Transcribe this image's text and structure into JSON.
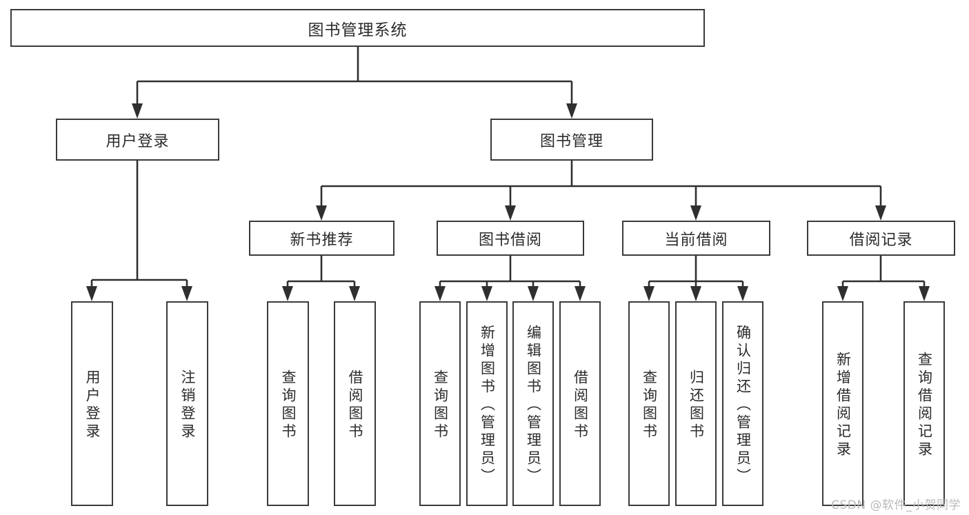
{
  "diagram": {
    "type": "tree",
    "title": "图书管理系统",
    "watermark": "CSDN @软件_小贺同学",
    "colors": {
      "box_border": "#3a3a3a",
      "box_fill": "#ffffff",
      "connector": "#2f2f2f",
      "text": "#2b2b2b",
      "watermark": "#b9b9b9"
    },
    "levels": {
      "root": "图书管理系统",
      "level1": [
        "用户登录",
        "图书管理"
      ],
      "level2": [
        "新书推荐",
        "图书借阅",
        "当前借阅",
        "借阅记录"
      ]
    },
    "nodes": {
      "root": {
        "label": "图书管理系统"
      },
      "user_login": {
        "label": "用户登录"
      },
      "book_manage": {
        "label": "图书管理"
      },
      "new_book_rec": {
        "label": "新书推荐"
      },
      "book_borrow": {
        "label": "图书借阅"
      },
      "current_borrow": {
        "label": "当前借阅"
      },
      "borrow_record": {
        "label": "借阅记录"
      }
    },
    "leaves": {
      "user_login": [
        {
          "label": "用户登录"
        },
        {
          "label": "注销登录"
        }
      ],
      "new_book_rec": [
        {
          "label": "查询图书"
        },
        {
          "label": "借阅图书"
        }
      ],
      "book_borrow": [
        {
          "label": "查询图书"
        },
        {
          "label": "新增图书（管理员）"
        },
        {
          "label": "编辑图书（管理员）"
        },
        {
          "label": "借阅图书"
        }
      ],
      "current_borrow": [
        {
          "label": "查询图书"
        },
        {
          "label": "归还图书"
        },
        {
          "label": "确认归还（管理员）"
        }
      ],
      "borrow_record": [
        {
          "label": "新增借阅记录"
        },
        {
          "label": "查询借阅记录"
        }
      ]
    }
  }
}
